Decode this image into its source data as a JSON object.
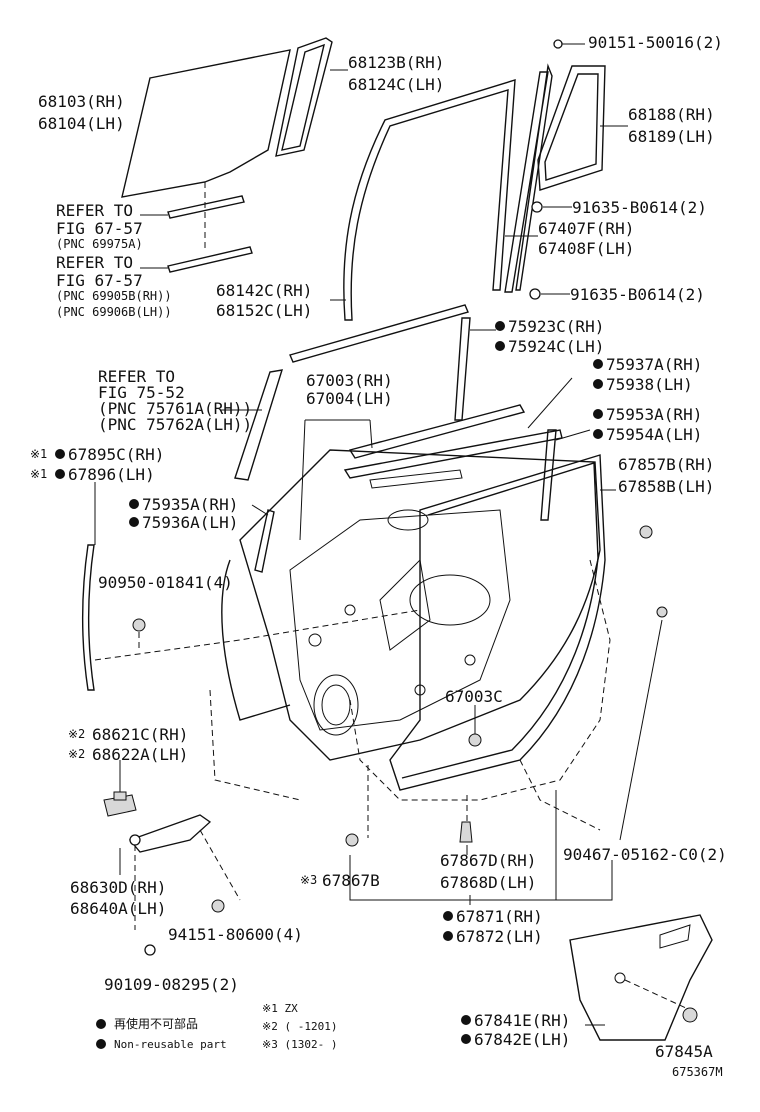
{
  "labels": {
    "p90151": "90151-50016(2)",
    "p68123": "68123B(RH)",
    "p68124": "68124C(LH)",
    "p68103": "68103(RH)",
    "p68104": "68104(LH)",
    "p68188": "68188(RH)",
    "p68189": "68189(LH)",
    "ref1_a": "REFER TO",
    "ref1_b": "FIG 67-57",
    "ref1_c": "(PNC 69975A)",
    "p91635a": "91635-B0614(2)",
    "p67407": "67407F(RH)",
    "p67408": "67408F(LH)",
    "ref2_a": "REFER TO",
    "ref2_b": "FIG 67-57",
    "ref2_c": "(PNC 69905B(RH))",
    "ref2_d": "(PNC 69906B(LH))",
    "p68142": "68142C(RH)",
    "p68152": "68152C(LH)",
    "p91635b": "91635-B0614(2)",
    "p75923": "75923C(RH)",
    "p75924": "75924C(LH)",
    "ref3_a": "REFER TO",
    "ref3_b": "FIG 75-52",
    "ref3_c": "(PNC 75761A(RH))",
    "ref3_d": "(PNC 75762A(LH))",
    "p67003rh": "67003(RH)",
    "p67004": "67004(LH)",
    "p75937": "75937A(RH)",
    "p75938": "75938(LH)",
    "p75953": "75953A(RH)",
    "p75954": "75954A(LH)",
    "mark1a": "※1",
    "p67895": "67895C(RH)",
    "mark1b": "※1",
    "p67896": "67896(LH)",
    "p67857": "67857B(RH)",
    "p67858": "67858B(LH)",
    "p75935": "75935A(RH)",
    "p75936": "75936A(LH)",
    "p90950": "90950-01841(4)",
    "p67003c": "67003C",
    "mark2a": "※2",
    "p68621": "68621C(RH)",
    "mark2b": "※2",
    "p68622": "68622A(LH)",
    "p68630": "68630D(RH)",
    "p68640": "68640A(LH)",
    "mark3": "※3",
    "p67867b": "67867B",
    "p67867d": "67867D(RH)",
    "p67868": "67868D(LH)",
    "p90467": "90467-05162-C0(2)",
    "p94151": "94151-80600(4)",
    "p67871": "67871(RH)",
    "p67872": "67872(LH)",
    "p90109": "90109-08295(2)",
    "p67841": "67841E(RH)",
    "p67842": "67842E(LH)",
    "p67845": "67845A",
    "legend_jp": "再使用不可部品",
    "legend_en": "Non-reusable part",
    "note1": "※1 ZX",
    "note2": "※2 (     -1201)",
    "note3": "※3 (1302-      )",
    "figure_id": "675367M"
  }
}
